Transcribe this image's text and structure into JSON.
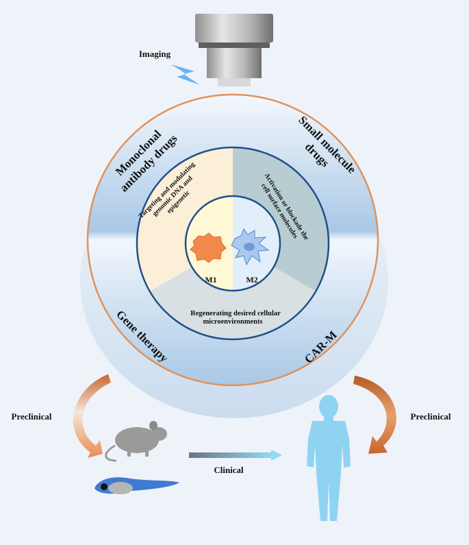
{
  "labels": {
    "imaging": "Imaging",
    "clinical": "Clinical",
    "preclinical_left": "Preclinical",
    "preclinical_right": "Preclinical",
    "m1": "M1",
    "m2": "M2"
  },
  "outer_ring": {
    "monoclonal_line1": "Monoclonal",
    "monoclonal_line2": "antibody drugs",
    "small_line1": "Small molecule",
    "small_line2": "drugs",
    "gene": "Gene therapy",
    "carm": "CAR-M"
  },
  "middle_ring": {
    "targeting_line1": "Targeting and modulating",
    "targeting_line2": "genomic DNA and",
    "targeting_line3": "epigenetic",
    "activation_line1": "Activation or blockade the",
    "activation_line2": "cell surface molecules",
    "regen_line1": "Regenerating desired cellular",
    "regen_line2": "microenvironments"
  },
  "colors": {
    "outer_ring_border": "#e0915a",
    "targeting_sector": "#fcefd8",
    "activation_sector": "#b7cdd1",
    "regen_sector": "#d8e0e3",
    "m1_half": "#fff8d4",
    "m2_half": "#e2eef9",
    "m1_cell": "#ef8a4c",
    "m2_cell": "#a9c9ee",
    "human": "#8fd3f2",
    "arrow_orange": "#c8662c"
  }
}
